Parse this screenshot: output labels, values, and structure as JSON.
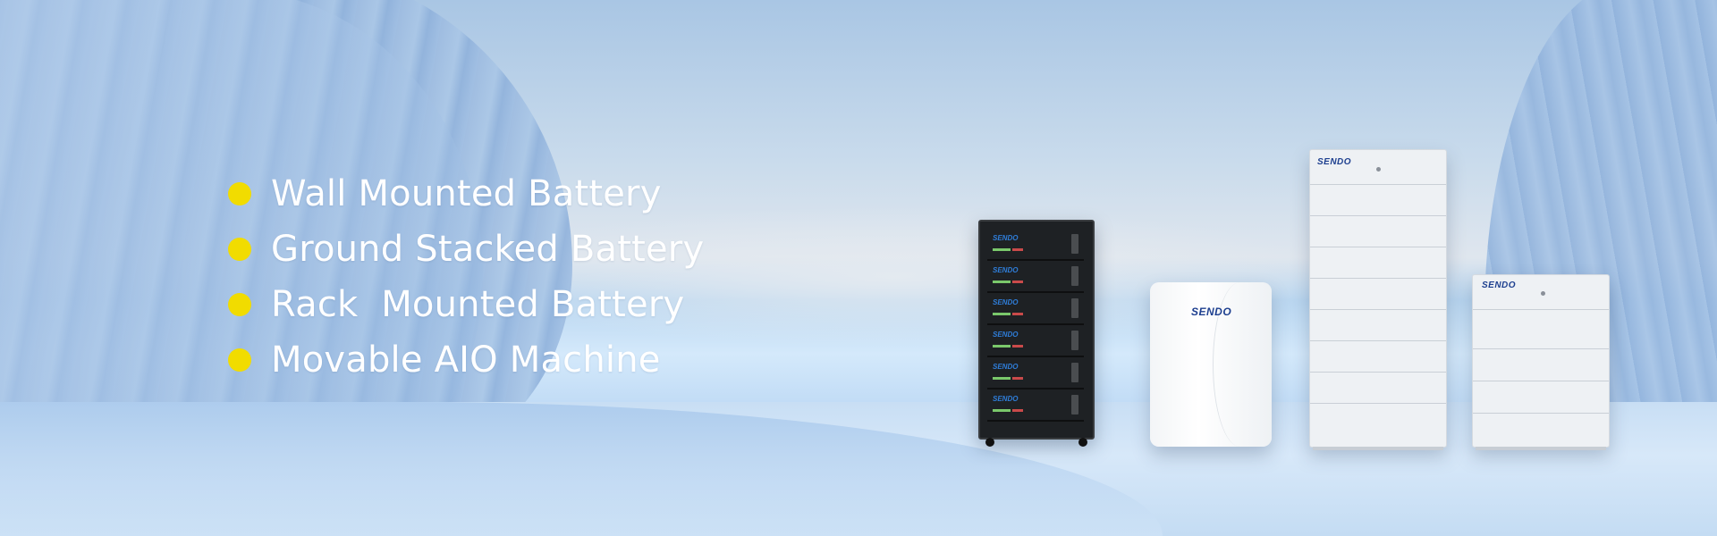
{
  "features": [
    "Wall Mounted Battery",
    "Ground Stacked Battery",
    "Rack  Mounted Battery",
    "Movable AIO Machine"
  ],
  "brand": "SENDO",
  "colors": {
    "bullet": "#f1dc00",
    "text": "#ffffff",
    "brand_blue": "#1d3f8f"
  },
  "icons": [
    "bullet-dot-icon"
  ]
}
